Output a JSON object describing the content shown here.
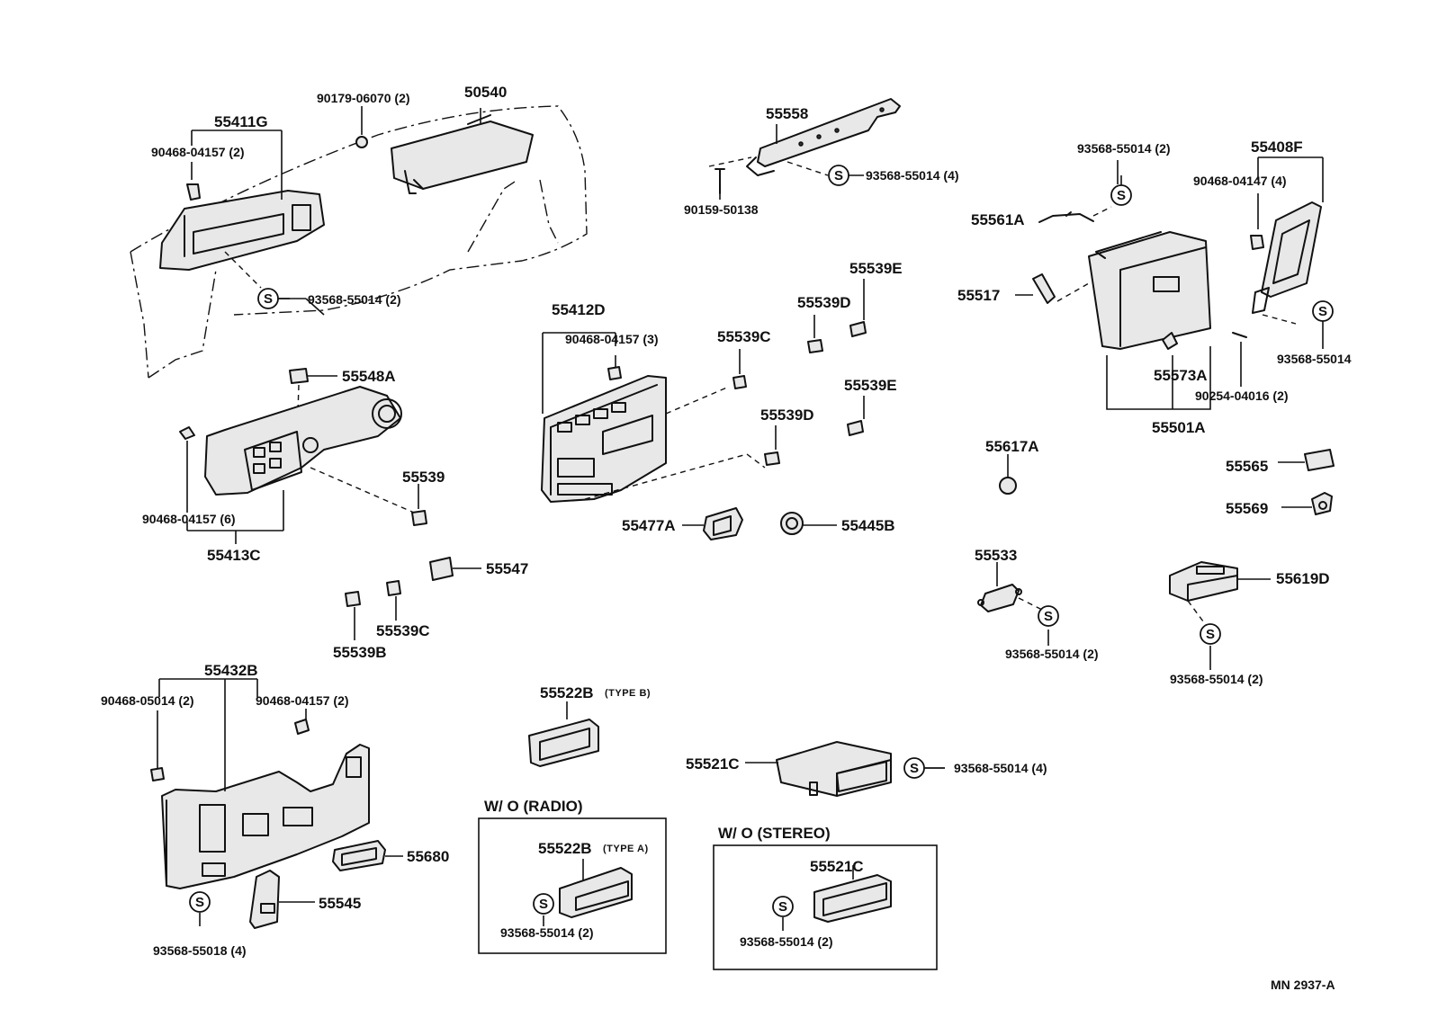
{
  "diagram_code": "MN  2937-A",
  "bolt_symbol": "S",
  "groups": {
    "w_o_radio": {
      "title": "W/ O (RADIO)"
    },
    "w_o_stereo": {
      "title": "W/ O (STEREO)"
    }
  },
  "labels": {
    "p55411G": "55411G",
    "p90179": "90179-06070 (2)",
    "p50540": "50540",
    "p90468_tl": "90468-04157 (2)",
    "p93568_tl": "93568-55014 (2)",
    "p55558": "55558",
    "p93568_558": "93568-55014 (4)",
    "p90159": "90159-50138",
    "p93568_tr": "93568-55014 (2)",
    "p55408F": "55408F",
    "p90468_tr": "90468-04147 (4)",
    "p55561A": "55561A",
    "p55517": "55517",
    "p93568_r": "93568-55014",
    "p55573A": "55573A",
    "p90254": "90254-04016 (2)",
    "p55501A": "55501A",
    "p55539E_1": "55539E",
    "p55539D_1": "55539D",
    "p55412D": "55412D",
    "p90468_c": "90468-04157 (3)",
    "p55539C_1": "55539C",
    "p55539E_2": "55539E",
    "p55539D_2": "55539D",
    "p55548A": "55548A",
    "p55539": "55539",
    "p90468_l": "90468-04157 (6)",
    "p55413C": "55413C",
    "p55547": "55547",
    "p55539C_2": "55539C",
    "p55539B": "55539B",
    "p55477A": "55477A",
    "p55445B": "55445B",
    "p55617A": "55617A",
    "p55565": "55565",
    "p55569": "55569",
    "p55533": "55533",
    "p93568_533": "93568-55014 (2)",
    "p55619D": "55619D",
    "p93568_619": "93568-55014 (2)",
    "p55432B": "55432B",
    "p90468_05014": "90468-05014 (2)",
    "p90468_bl": "90468-04157 (2)",
    "p55680": "55680",
    "p55545": "55545",
    "p93568_55018": "93568-55018 (4)",
    "p55522B_b": "55522B",
    "type_b": "(TYPE  B)",
    "p55521C": "55521C",
    "p93568_521": "93568-55014 (4)",
    "p55522B_a": "55522B",
    "type_a": "(TYPE  A)",
    "p93568_radio": "93568-55014 (2)",
    "p55521C_s": "55521C",
    "p93568_stereo": "93568-55014 (2)"
  }
}
